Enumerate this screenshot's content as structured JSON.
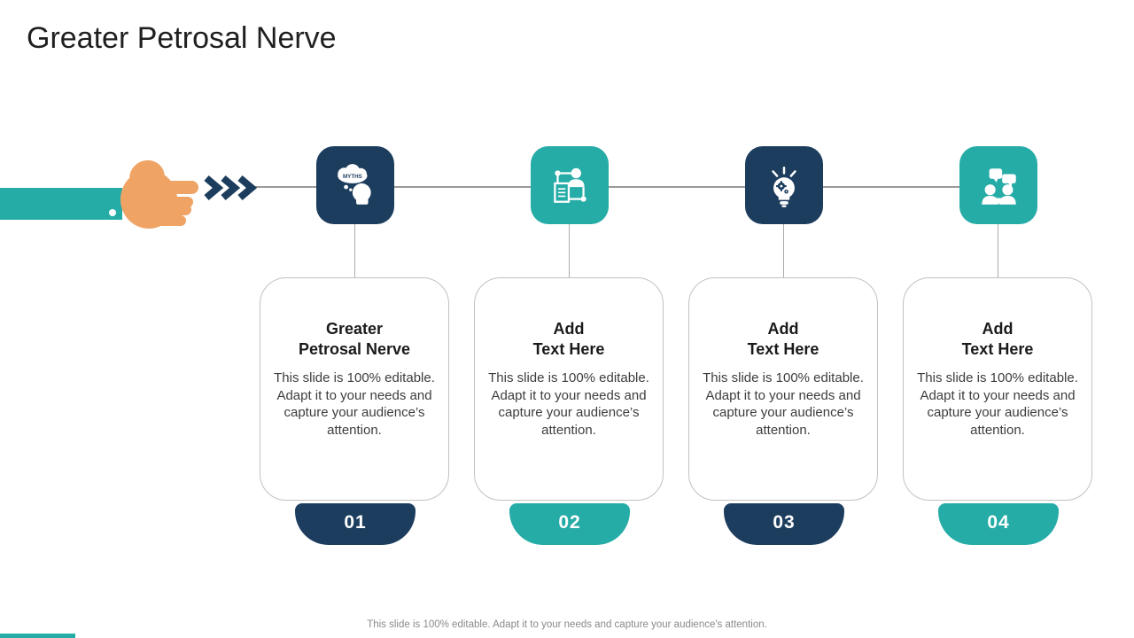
{
  "slide_title": "Greater Petrosal Nerve",
  "footer_text": "This slide is 100% editable. Adapt it to your needs and capture your audience's attention.",
  "colors": {
    "navy": "#1C3D5E",
    "teal": "#26ACA7",
    "hand_orange": "#EFA465",
    "connector_gray": "#9A9A9A",
    "card_border_gray": "#C2C2C2",
    "title_text": "#1F1F1F",
    "body_text": "#3D3D3D",
    "footer_text": "#8A8A8A"
  },
  "hand": {
    "icon": "pointing-hand-icon",
    "chevrons": "triple-chevron-right"
  },
  "steps": [
    {
      "number": "01",
      "accent": "navy",
      "icon": "myths-thought-bubble-icon",
      "icon_label": "MYTHS",
      "title1": "Greater",
      "title2": "Petrosal Nerve",
      "body": "This slide is 100% editable. Adapt it to your needs and capture your audience’s attention."
    },
    {
      "number": "02",
      "accent": "teal",
      "icon": "workflow-person-document-icon",
      "title1": "Add",
      "title2": "Text Here",
      "body": "This slide is 100% editable. Adapt it to your needs and capture your audience’s attention."
    },
    {
      "number": "03",
      "accent": "navy",
      "icon": "idea-lightbulb-gears-icon",
      "title1": "Add",
      "title2": "Text Here",
      "body": "This slide is 100% editable. Adapt it to your needs and capture your audience’s attention."
    },
    {
      "number": "04",
      "accent": "teal",
      "icon": "discussion-handshake-icon",
      "title1": "Add",
      "title2": "Text Here",
      "body": "This slide is 100% editable. Adapt it to your needs and capture your audience’s attention."
    }
  ]
}
